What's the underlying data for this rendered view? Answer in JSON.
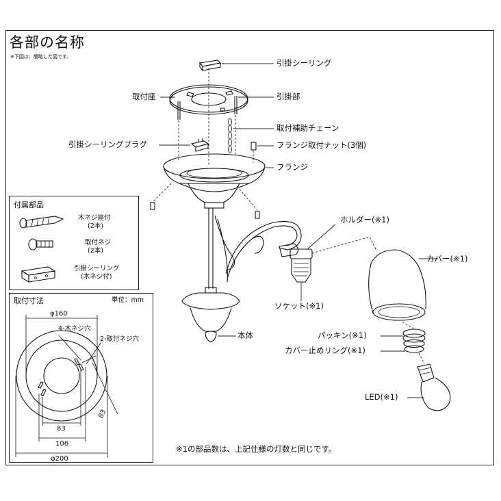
{
  "title": "各部の名称",
  "note": "※下図は、簡略した図です。",
  "labels": {
    "hikkake_ceiling": "引掛シーリング",
    "toritsukeza": "取付座",
    "hikkakebu": "引掛部",
    "chain": "取付補助チェーン",
    "plug": "引掛シーリングプラグ",
    "flange_nut": "フランジ取付ナット(3個)",
    "flange": "フランジ",
    "holder": "ホルダー(※1)",
    "socket": "ソケット(※1)",
    "cover": "カバー(※1)",
    "body": "本体",
    "packing": "パッキン(※1)",
    "cover_ring": "カバー止めリング(※1)",
    "led": "LED(※1)"
  },
  "accessories": {
    "title": "付属部品",
    "items": [
      {
        "name": "木ネジ座付",
        "qty": "(2本)"
      },
      {
        "name": "取付ネジ",
        "qty": "(2本)"
      },
      {
        "name": "引掛シーリング",
        "qty": "(木ネジ付)"
      }
    ]
  },
  "dimensions": {
    "title": "取付寸法",
    "unit": "単位：mm",
    "d160": "φ160",
    "wood_holes": "4-木ネジ穴",
    "screw_holes": "2-取付ネジ穴",
    "d83a": "83",
    "d83b": "83",
    "d106": "106",
    "d200": "φ200"
  },
  "footnote": "※1の部品数は、上記仕様の灯数と同じです。"
}
